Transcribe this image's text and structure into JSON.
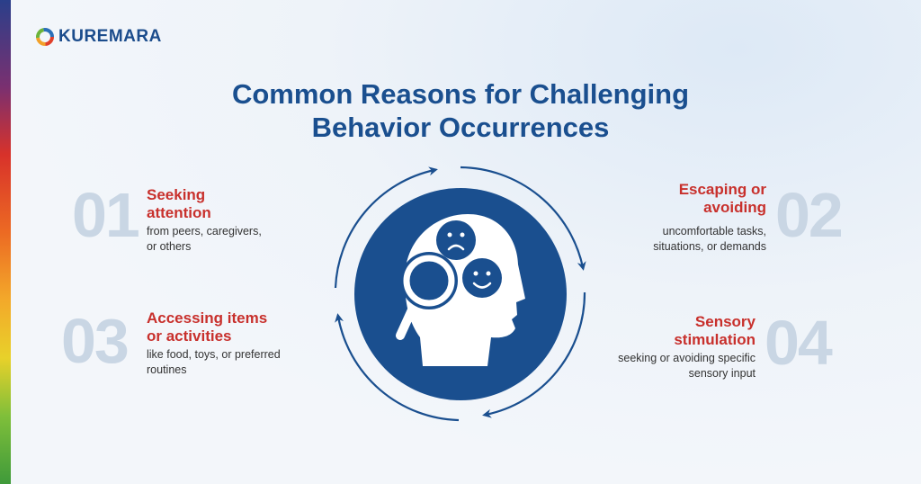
{
  "brand": {
    "name": "KUREMARA"
  },
  "title": {
    "line1": "Common Reasons for Challenging",
    "line2": "Behavior Occurrences"
  },
  "items": [
    {
      "number": "01",
      "heading_line1": "Seeking",
      "heading_line2": "attention",
      "desc_line1": "from peers, caregivers,",
      "desc_line2": "or others"
    },
    {
      "number": "02",
      "heading_line1": "Escaping or",
      "heading_line2": "avoiding",
      "desc_line1": "uncomfortable tasks,",
      "desc_line2": "situations, or demands"
    },
    {
      "number": "03",
      "heading_line1": "Accessing items",
      "heading_line2": "or activities",
      "desc_line1": "like food, toys, or preferred",
      "desc_line2": "routines"
    },
    {
      "number": "04",
      "heading_line1": "Sensory",
      "heading_line2": "stimulation",
      "desc_line1": "seeking or avoiding specific",
      "desc_line2": "sensory input"
    }
  ],
  "colors": {
    "primary": "#1a4f8f",
    "accent": "#c8302c",
    "number": "#c9d6e4"
  },
  "icons": [
    "head-icon",
    "magnifier-icon",
    "sad-face-icon",
    "smile-face-icon",
    "cycle-arrows-icon"
  ]
}
